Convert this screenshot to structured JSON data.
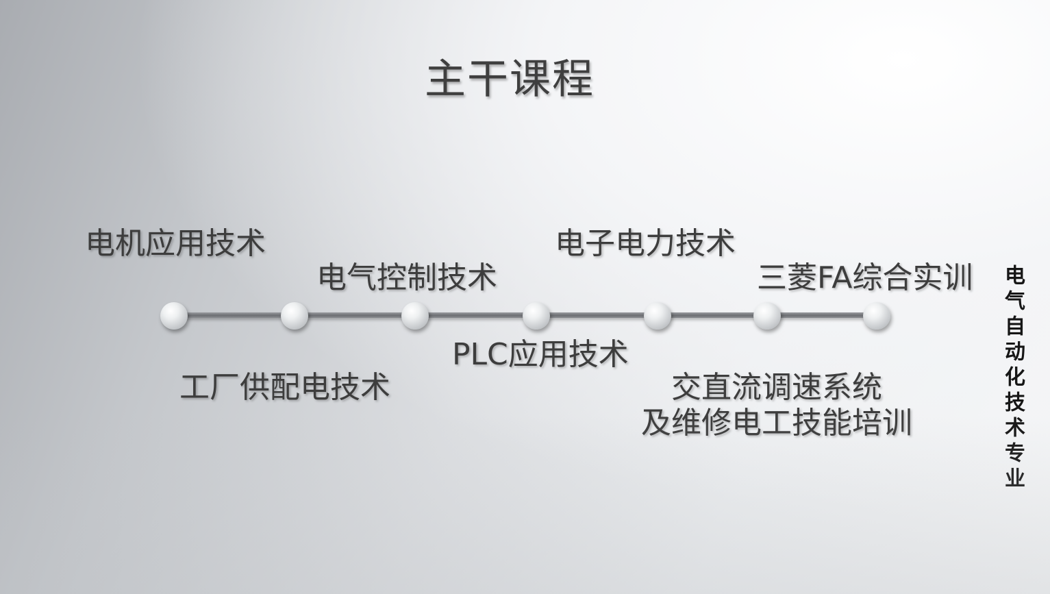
{
  "title": "主干课程",
  "courses": {
    "c1": "电机应用技术",
    "c2": "工厂供配电技术",
    "c3": "电气控制技术",
    "c4": "PLC应用技术",
    "c5": "电子电力技术",
    "c6_line1": "交直流调速系统",
    "c6_line2": "及维修电工技能培训",
    "c7": "三菱FA综合实训"
  },
  "side_label": "电气自动化技术专业"
}
